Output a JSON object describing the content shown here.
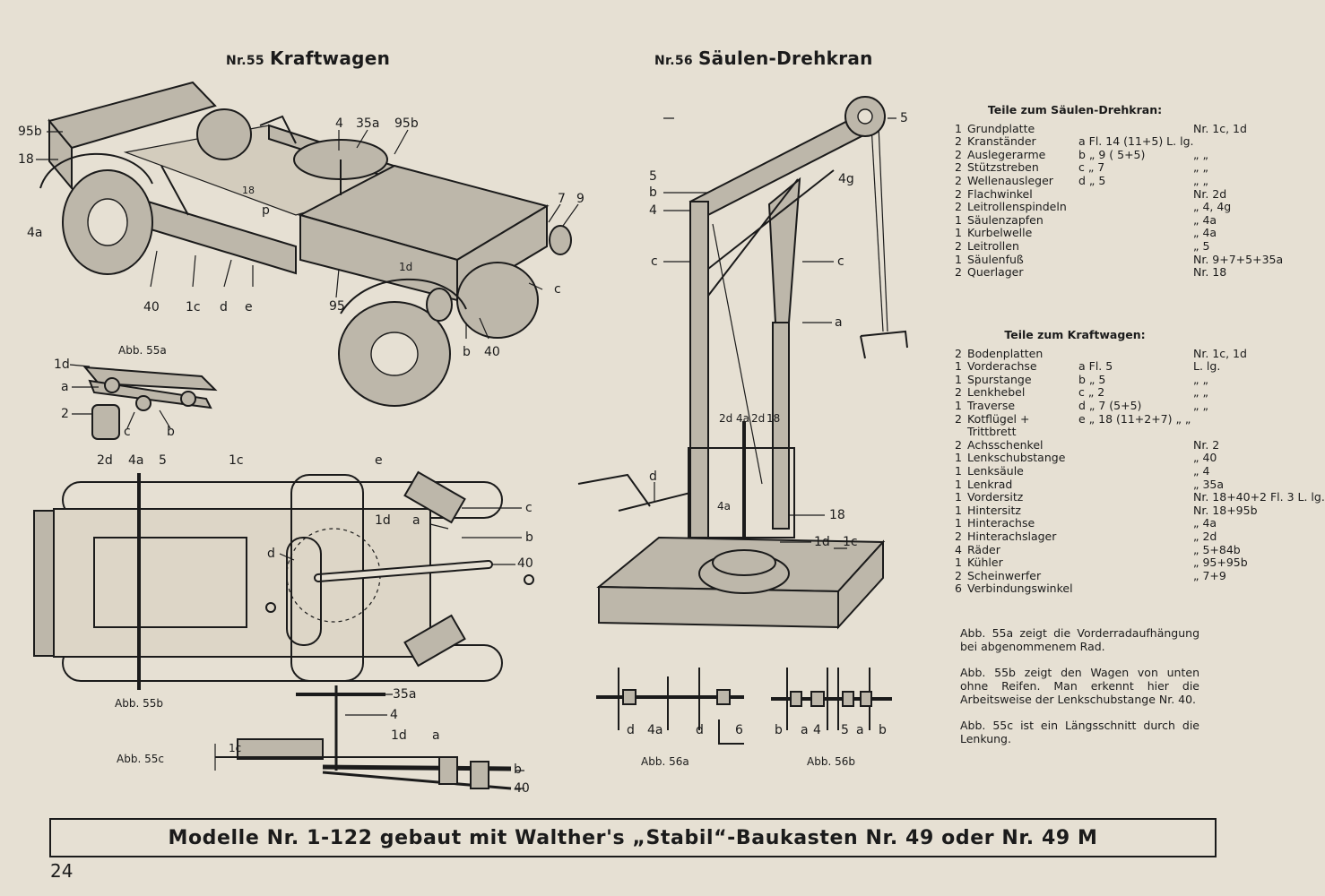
{
  "titles": {
    "m55_nr": "Nr.55",
    "m55_name": "Kraftwagen",
    "m56_nr": "Nr.56",
    "m56_name": "Säulen-Drehkran"
  },
  "labels_car": {
    "l95b": "95b",
    "l18": "18",
    "l4a": "4a",
    "l4": "4",
    "l35a": "35a",
    "l95b_top": "95b",
    "l7": "7",
    "l9": "9",
    "l18_in": "18",
    "lp": "p",
    "l1d": "1d",
    "lc": "c",
    "l40": "40",
    "l1c": "1c",
    "ld": "d",
    "le": "e",
    "l95": "95",
    "lb": "b",
    "l40b": "40"
  },
  "labels_55a": {
    "l1d": "1d",
    "la": "a",
    "l2": "2",
    "lc": "c",
    "lb": "b"
  },
  "labels_55b": {
    "l2d": "2d",
    "l4a": "4a",
    "l5": "5",
    "l1c": "1c",
    "le": "e",
    "lc": "c",
    "l1d": "1d",
    "la": "a",
    "lb": "b",
    "ld": "d",
    "l40": "40"
  },
  "labels_55c": {
    "l35a": "35a",
    "l4": "4",
    "l1c": "1c",
    "l1d": "1d",
    "la": "a",
    "lb": "b",
    "l40": "40"
  },
  "labels_crane": {
    "l5": "5",
    "lb": "b",
    "l4": "4",
    "lc_left": "c",
    "lc_right": "c",
    "l5_top": "5",
    "l4g": "4g",
    "la": "a",
    "l2d": "2d",
    "l4a": "4a",
    "l2d_b": "2d",
    "l18": "18",
    "ld": "d",
    "l4a_b": "4a",
    "l18_b": "18",
    "l1d": "1d",
    "l1c": "1c"
  },
  "labels_56a": {
    "ld": "d",
    "l4a": "4a",
    "ld2": "d",
    "l6": "6"
  },
  "labels_56b": {
    "lb": "b",
    "la": "a",
    "l4": "4",
    "l5": "5",
    "la2": "a",
    "lb2": "b"
  },
  "captions": {
    "abb55a": "Abb. 55a",
    "abb55b": "Abb. 55b",
    "abb55c": "Abb. 55c",
    "abb56a": "Abb. 56a",
    "abb56b": "Abb. 56b"
  },
  "parts_crane": {
    "heading": "Teile zum Säulen-Drehkran:",
    "rows": [
      {
        "q": "1",
        "name": "Grundplatte",
        "spec": "",
        "ref": "Nr. 1c, 1d"
      },
      {
        "q": "2",
        "name": "Kranständer",
        "spec": "a Fl. 14 (11+5) L. lg.",
        "ref": ""
      },
      {
        "q": "2",
        "name": "Auslegerarme",
        "spec": "b „ 9 ( 5+5)",
        "ref": "„ „"
      },
      {
        "q": "2",
        "name": "Stützstreben",
        "spec": "c „ 7",
        "ref": "„ „"
      },
      {
        "q": "2",
        "name": "Wellenausleger",
        "spec": "d „ 5",
        "ref": "„ „"
      },
      {
        "q": "2",
        "name": "Flachwinkel",
        "spec": "",
        "ref": "Nr. 2d"
      },
      {
        "q": "2",
        "name": "Leitrollenspindeln",
        "spec": "",
        "ref": "„ 4, 4g"
      },
      {
        "q": "1",
        "name": "Säulenzapfen",
        "spec": "",
        "ref": "„ 4a"
      },
      {
        "q": "1",
        "name": "Kurbelwelle",
        "spec": "",
        "ref": "„ 4a"
      },
      {
        "q": "2",
        "name": "Leitrollen",
        "spec": "",
        "ref": "„ 5"
      },
      {
        "q": "1",
        "name": "Säulenfuß",
        "spec": "",
        "ref": "Nr. 9+7+5+35a"
      },
      {
        "q": "2",
        "name": "Querlager",
        "spec": "",
        "ref": "Nr. 18"
      }
    ]
  },
  "parts_car": {
    "heading": "Teile zum Kraftwagen:",
    "rows": [
      {
        "q": "2",
        "name": "Bodenplatten",
        "spec": "",
        "ref": "Nr. 1c, 1d"
      },
      {
        "q": "1",
        "name": "Vorderachse",
        "spec": "a Fl. 5",
        "ref": "L. lg."
      },
      {
        "q": "1",
        "name": "Spurstange",
        "spec": "b „ 5",
        "ref": "„ „"
      },
      {
        "q": "2",
        "name": "Lenkhebel",
        "spec": "c „ 2",
        "ref": "„ „"
      },
      {
        "q": "1",
        "name": "Traverse",
        "spec": "d „ 7 (5+5)",
        "ref": "„ „"
      },
      {
        "q": "2",
        "name": "Kotflügel +",
        "spec": "e „ 18 (11+2+7) „ „",
        "ref": ""
      },
      {
        "q": "",
        "name": "Trittbrett",
        "spec": "",
        "ref": ""
      },
      {
        "q": "2",
        "name": "Achsschenkel",
        "spec": "",
        "ref": "Nr. 2"
      },
      {
        "q": "1",
        "name": "Lenkschubstange",
        "spec": "",
        "ref": "„ 40"
      },
      {
        "q": "1",
        "name": "Lenksäule",
        "spec": "",
        "ref": "„ 4"
      },
      {
        "q": "1",
        "name": "Lenkrad",
        "spec": "",
        "ref": "„ 35a"
      },
      {
        "q": "1",
        "name": "Vordersitz",
        "spec": "",
        "ref": "Nr. 18+40+2 Fl. 3 L. lg."
      },
      {
        "q": "1",
        "name": "Hintersitz",
        "spec": "",
        "ref": "Nr. 18+95b"
      },
      {
        "q": "1",
        "name": "Hinterachse",
        "spec": "",
        "ref": "„ 4a"
      },
      {
        "q": "2",
        "name": "Hinterachslager",
        "spec": "",
        "ref": "„ 2d"
      },
      {
        "q": "4",
        "name": "Räder",
        "spec": "",
        "ref": "„ 5+84b"
      },
      {
        "q": "1",
        "name": "Kühler",
        "spec": "",
        "ref": "„ 95+95b"
      },
      {
        "q": "2",
        "name": "Scheinwerfer",
        "spec": "",
        "ref": "„ 7+9"
      },
      {
        "q": "6",
        "name": "Verbindungswinkel",
        "spec": "",
        "ref": ""
      }
    ]
  },
  "notes": {
    "n1": "Abb. 55a zeigt die Vorderradaufhängung bei abgenommenem Rad.",
    "n2": "Abb. 55b zeigt den Wagen von unten ohne Reifen. Man erkennt hier die Arbeitsweise der Lenkschubstange Nr. 40.",
    "n3": "Abb. 55c ist ein Längsschnitt durch die Lenkung."
  },
  "footer": "Modelle Nr. 1-122 gebaut mit Walther's „Stabil“-Baukasten Nr. 49 oder Nr. 49 M",
  "page_number": "24"
}
